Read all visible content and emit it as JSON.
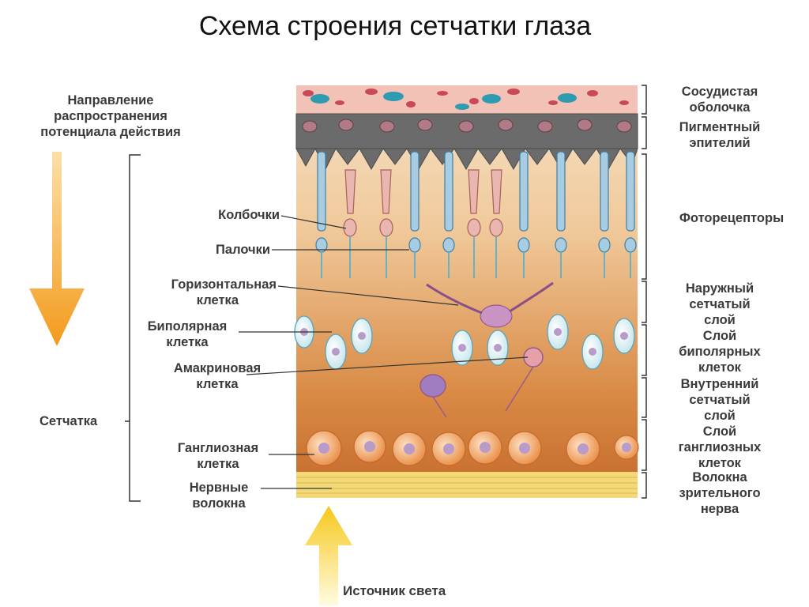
{
  "title": "Схема строения сетчатки глаза",
  "direction_label": [
    "Направление",
    "распространения",
    "потенциала действия"
  ],
  "retina_label": "Сетчатка",
  "cell_labels": {
    "cones": "Колбочки",
    "rods": "Палочки",
    "horizontal": [
      "Горизонтальная",
      "клетка"
    ],
    "bipolar": [
      "Биполярная",
      "клетка"
    ],
    "amacrine": [
      "Амакриновая",
      "клетка"
    ],
    "ganglion": [
      "Ганглиозная",
      "клетка"
    ],
    "fibers": [
      "Нервные",
      "волокна"
    ]
  },
  "layers": [
    {
      "id": "choroid",
      "lines": [
        "Сосудистая",
        "оболочка"
      ]
    },
    {
      "id": "pigment",
      "lines": [
        "Пигментный",
        "эпителий"
      ]
    },
    {
      "id": "photoreceptors",
      "lines": [
        "Фоторецепторы"
      ]
    },
    {
      "id": "outer_plexiform",
      "lines": [
        "Наружный",
        "сетчатый",
        "слой"
      ]
    },
    {
      "id": "bipolar_layer",
      "lines": [
        "Слой",
        "биполярных",
        "клеток"
      ]
    },
    {
      "id": "inner_plexiform",
      "lines": [
        "Внутренний",
        "сетчатый",
        "слой"
      ]
    },
    {
      "id": "ganglion_layer",
      "lines": [
        "Слой",
        "ганглиозных",
        "клеток"
      ]
    },
    {
      "id": "optic_fibers",
      "lines": [
        "Волокна",
        "зрительного",
        "нерва"
      ]
    }
  ],
  "light_source": "Источник света",
  "colors": {
    "arrow_down": "#f5a623",
    "arrow_up": "#f7d23a",
    "choroid": "#f3c2b7",
    "pigment": "#6d6d6d",
    "cone": "#c98c8c",
    "rod": "#8fb6d3",
    "ganglion": "#f0a15d",
    "fibers": "#f2d779"
  }
}
